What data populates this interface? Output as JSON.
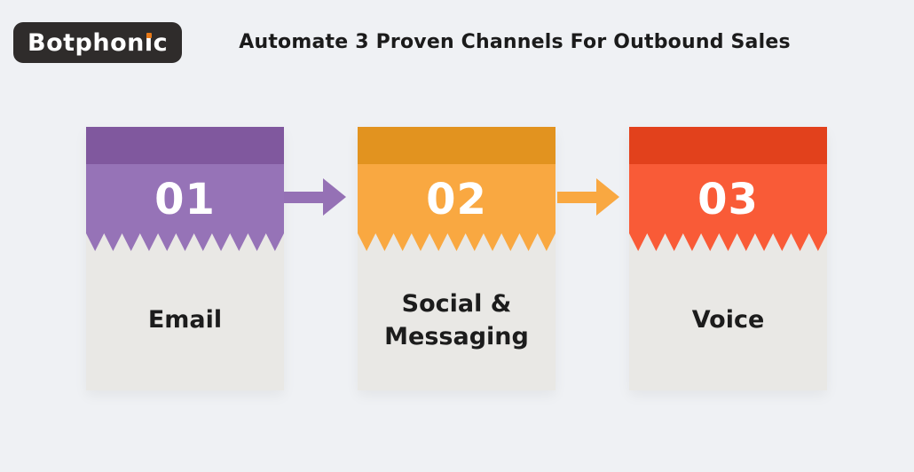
{
  "page": {
    "background_color": "#eff1f4",
    "card_body_color": "#e9e8e5"
  },
  "brand": {
    "part1": "Botphon",
    "dotless_i": "ı",
    "part2": "c",
    "box_color": "#2f2c2b",
    "text_color": "#ffffff",
    "i_dot_color": "#e87917"
  },
  "header": {
    "title": "Automate 3 Proven Channels For Outbound Sales"
  },
  "cards": [
    {
      "number": "01",
      "label": "Email",
      "band_color": "#80589e",
      "head_color": "#9673b7"
    },
    {
      "number": "02",
      "label": "Social & Messaging",
      "band_color": "#e2931f",
      "head_color": "#f9a841"
    },
    {
      "number": "03",
      "label": "Voice",
      "band_color": "#e2411c",
      "head_color": "#f95b37"
    }
  ],
  "arrows": [
    {
      "direction": "right",
      "color": "#9571b5"
    },
    {
      "direction": "right",
      "color": "#f9a841"
    }
  ]
}
